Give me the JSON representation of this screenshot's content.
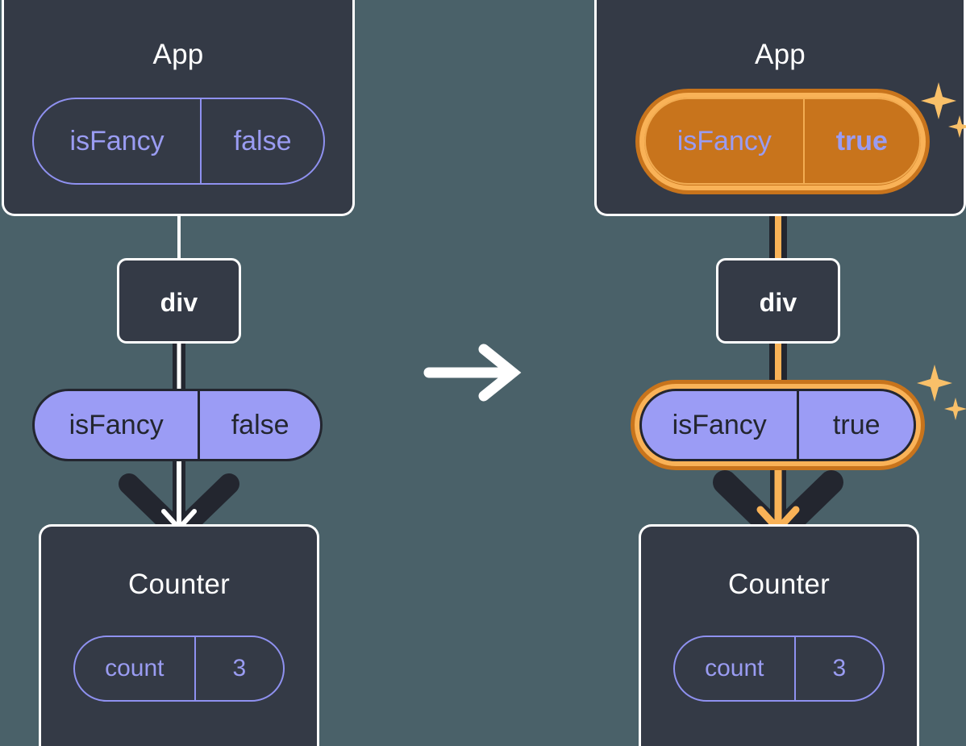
{
  "diagram": {
    "type": "react-state-flow",
    "background_color": "#4a6169",
    "transition_icon": "right-arrow-icon",
    "colors": {
      "box_fill": "#343a46",
      "box_border": "#ffffff",
      "pill_purple_fill": "#9b9cf5",
      "pill_purple_stroke": "#8f91f0",
      "dark_stroke": "#23262f",
      "highlight_orange_dark": "#c8741c",
      "highlight_orange_light": "#f9b257",
      "sparkle_color": "#f9c069"
    },
    "panels": [
      {
        "id": "before",
        "highlighted": false,
        "app": {
          "title": "App",
          "state_pill": {
            "key": "isFancy",
            "value": "false",
            "style": "outline",
            "highlighted": false
          }
        },
        "div": {
          "title": "div"
        },
        "prop_pill": {
          "key": "isFancy",
          "value": "false",
          "style": "filled",
          "highlighted": false
        },
        "counter": {
          "title": "Counter",
          "state_pill": {
            "key": "count",
            "value": "3",
            "style": "outline",
            "highlighted": false
          }
        },
        "arrow_color": "#ffffff",
        "sparkles": false
      },
      {
        "id": "after",
        "highlighted": true,
        "app": {
          "title": "App",
          "state_pill": {
            "key": "isFancy",
            "value": "true",
            "style": "outline",
            "highlighted": true
          }
        },
        "div": {
          "title": "div"
        },
        "prop_pill": {
          "key": "isFancy",
          "value": "true",
          "style": "filled",
          "highlighted": true
        },
        "counter": {
          "title": "Counter",
          "state_pill": {
            "key": "count",
            "value": "3",
            "style": "outline",
            "highlighted": false
          }
        },
        "arrow_color": "#f9b257",
        "sparkles": true
      }
    ]
  }
}
